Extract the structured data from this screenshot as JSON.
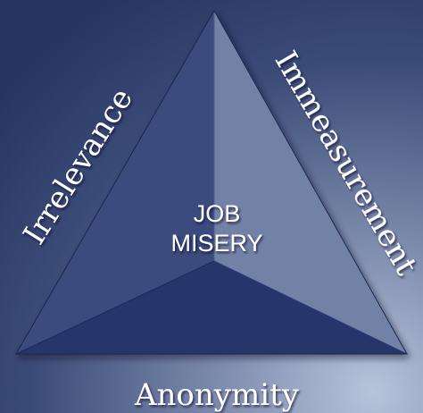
{
  "diagram": {
    "center_label": {
      "line1": "JOB",
      "line2": "MISERY"
    },
    "sides": {
      "left": "Irrelevance",
      "right": "Immeasurement",
      "bottom": "Anonymity"
    }
  }
}
